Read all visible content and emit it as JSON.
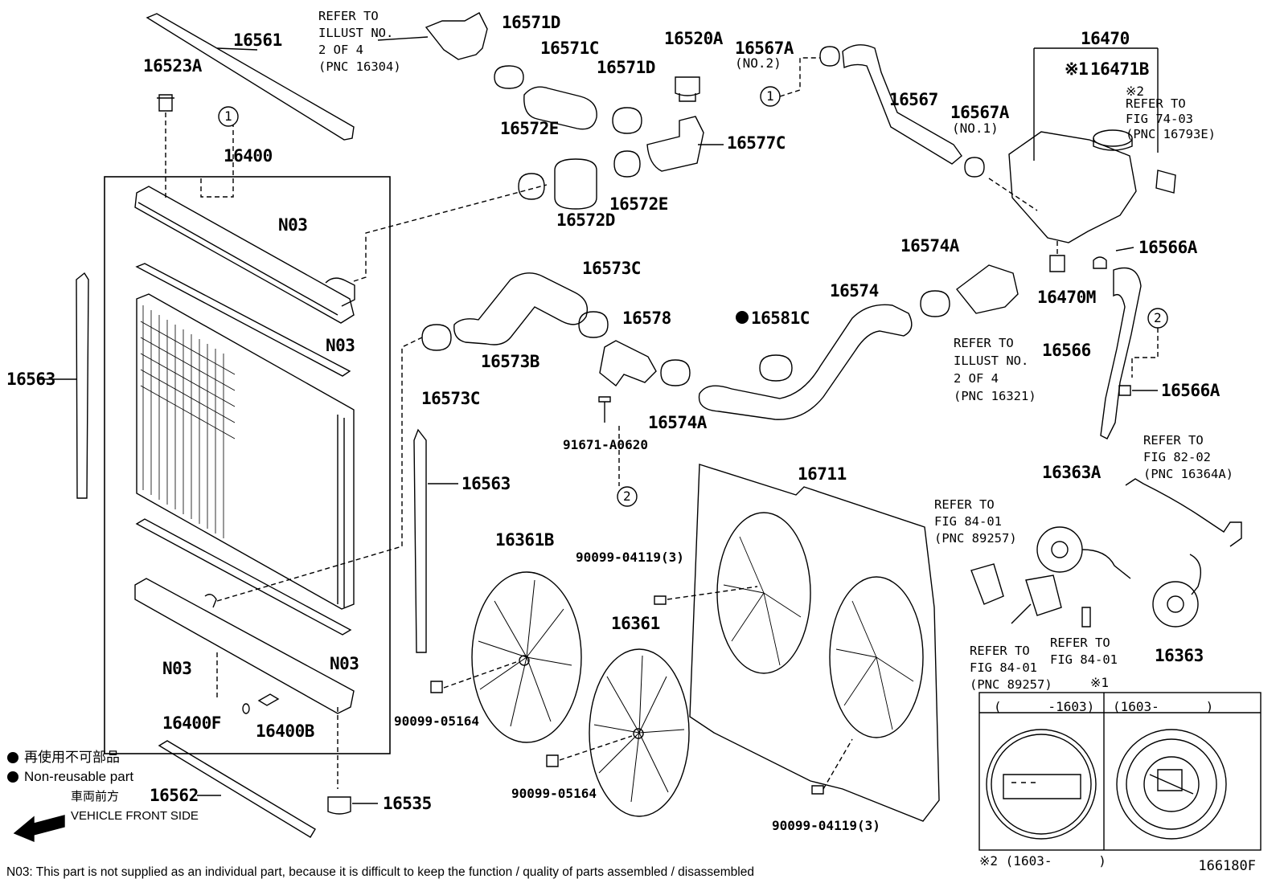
{
  "labels": {
    "p16561": "16561",
    "p16523A": "16523A",
    "p16400": "16400",
    "p16563_left": "16563",
    "p16563_right": "16563",
    "p16562": "16562",
    "p16535": "16535",
    "p16400F": "16400F",
    "p16400B": "16400B",
    "n03_a": "N03",
    "n03_b": "N03",
    "n03_c": "N03",
    "n03_d": "N03",
    "p16571D_a": "16571D",
    "p16571C": "16571C",
    "p16571D_b": "16571D",
    "p16520A": "16520A",
    "p16572E_a": "16572E",
    "p16577C": "16577C",
    "p16572E_b": "16572E",
    "p16572D": "16572D",
    "p16567A_top": "16567A",
    "p16567A_top_sub": "(NO.2)",
    "p16567": "16567",
    "p16567A_mid": "16567A",
    "p16567A_mid_sub": "(NO.1)",
    "p16470": "16470",
    "p16471B": "16471B",
    "p16574A_top": "16574A",
    "p16566A_top": "16566A",
    "p16470M": "16470M",
    "p16574": "16574",
    "p16581C": "16581C",
    "p16566": "16566",
    "p16566A_bot": "16566A",
    "p16573C_top": "16573C",
    "p16578": "16578",
    "p16573B": "16573B",
    "p16573C_bot": "16573C",
    "p16574A_bot": "16574A",
    "p91671": "91671-A0620",
    "p16711": "16711",
    "p16361B": "16361B",
    "p90099_04119_top": "90099-04119(3)",
    "p16361": "16361",
    "p90099_05164_a": "90099-05164",
    "p90099_05164_b": "90099-05164",
    "p90099_04119_bot": "90099-04119(3)",
    "p16363A": "16363A",
    "p16363": "16363",
    "circ1_a": "1",
    "circ1_b": "1",
    "circ2_a": "2",
    "circ2_b": "2",
    "mark1": "※1",
    "mark1b": "※1",
    "mark2": "※2"
  },
  "refs": {
    "r16304": "REFER TO\nILLUST NO.\n2 OF 4\n(PNC 16304)",
    "r74_03": "REFER TO\nFIG 74-03\n(PNC 16793E)",
    "r16321": "REFER TO\nILLUST NO.\n2 OF 4\n(PNC 16321)",
    "r82_02": "REFER TO\nFIG 82-02\n(PNC 16364A)",
    "r84_01_a": "REFER TO\nFIG 84-01\n(PNC 89257)",
    "r84_01_b": "REFER TO\nFIG 84-01\n(PNC 89257)",
    "r84_01_c": "REFER TO\nFIG 84-01"
  },
  "legend": {
    "nonreuse_jp": "再使用不可部品",
    "nonreuse_en": "Non-reusable part",
    "front_jp": "車両前方",
    "front_en": "VEHICLE FRONT SIDE"
  },
  "inset": {
    "left_head": "(      -1603)",
    "right_head": "(1603-      )",
    "footer": "※2 (1603-      )"
  },
  "footnote": "N03: This part is not supplied as an individual part, because it is difficult to keep the function / quality of parts assembled / disassembled",
  "figure_id": "166180F"
}
